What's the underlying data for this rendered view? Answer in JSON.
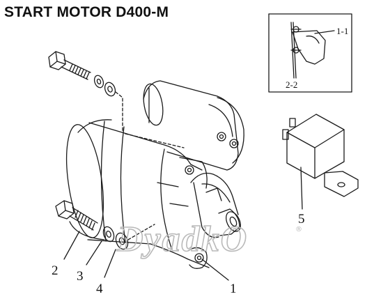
{
  "title": "START MOTOR D400-M",
  "callouts": {
    "starter_motor": "1",
    "bolt": "2",
    "spring_washer": "3",
    "flat_washer": "4",
    "relay": "5",
    "inset_top": "1-1",
    "inset_bottom": "2-2"
  },
  "watermark": {
    "text": "DyadkO",
    "registered": "®"
  },
  "colors": {
    "line": "#1a1a1a",
    "watermark": "#b9b9b9",
    "background": "#ffffff"
  }
}
